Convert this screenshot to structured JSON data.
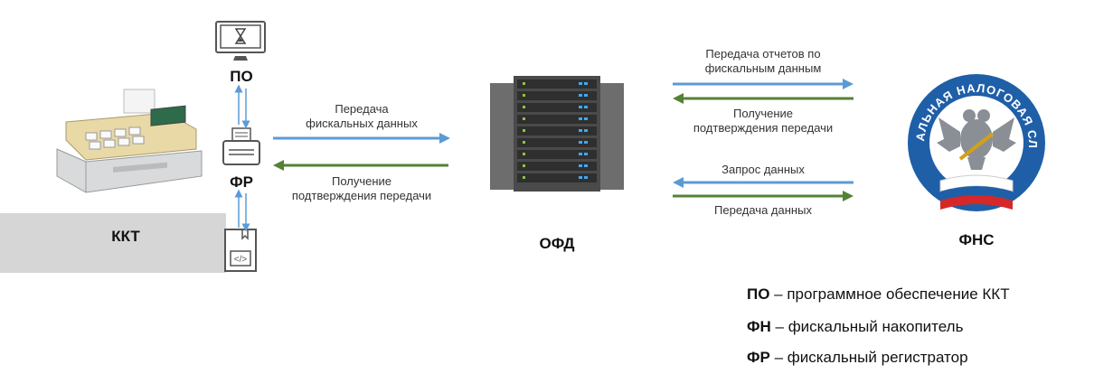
{
  "nodes": {
    "kkt": "ККТ",
    "po": "ПО",
    "fr": "ФР",
    "ofd": "ОФД",
    "fns": "ФНС"
  },
  "arrows": {
    "fr_to_ofd_line1": "Передача",
    "fr_to_ofd_line2": "фискальных данных",
    "ofd_to_fr_line1": "Получение",
    "ofd_to_fr_line2": "подтверждения передачи",
    "ofd_to_fns_reports_line1": "Передача отчетов по",
    "ofd_to_fns_reports_line2": "фискальным данным",
    "fns_to_ofd_confirm_line1": "Получение",
    "fns_to_ofd_confirm_line2": "подтверждения передачи",
    "fns_to_ofd_request": "Запрос данных",
    "ofd_to_fns_data": "Передача данных"
  },
  "logo": {
    "arc_text": "ФЕДЕРАЛЬНАЯ НАЛОГОВАЯ СЛУЖБА"
  },
  "legend": [
    {
      "abbr": "ПО",
      "desc": " – программное обеспечение ККТ"
    },
    {
      "abbr": "ФН",
      "desc": " – фискальный накопитель"
    },
    {
      "abbr": "ФР",
      "desc": " – фискальный регистратор"
    }
  ],
  "colors": {
    "blue_arrow": "#5b9bd5",
    "green_arrow": "#548235",
    "logo_blue": "#1f5fa8"
  }
}
